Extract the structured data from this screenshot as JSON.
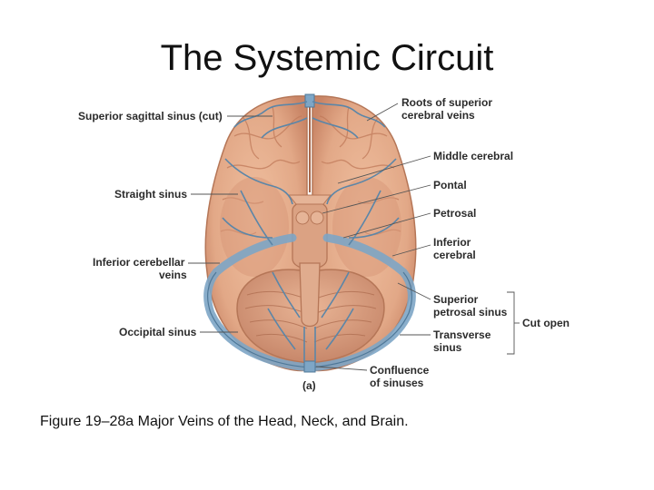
{
  "title": "The Systemic Circuit",
  "caption": "Figure 19–28a Major Veins of the Head, Neck, and Brain.",
  "figure": {
    "panel_letter": "(a)",
    "labels": {
      "superior_sagittal": "Superior sagittal sinus (cut)",
      "straight_sinus": "Straight sinus",
      "inferior_cerebellar_1": "Inferior cerebellar",
      "inferior_cerebellar_2": "veins",
      "occipital_sinus": "Occipital sinus",
      "roots_1": "Roots of superior",
      "roots_2": "cerebral veins",
      "middle_cerebral": "Middle cerebral",
      "pontal": "Pontal",
      "petrosal": "Petrosal",
      "inferior_cerebral_1": "Inferior",
      "inferior_cerebral_2": "cerebral",
      "superior_petrosal_1": "Superior",
      "superior_petrosal_2": "petrosal sinus",
      "transverse_1": "Transverse",
      "transverse_2": "sinus",
      "confluence_1": "Confluence",
      "confluence_2": "of sinuses",
      "cut_open": "Cut open"
    },
    "colors": {
      "brain": "#e2a887",
      "brain_dark": "#c98566",
      "vein": "#5b86a8",
      "sinus": "#7ea6c6",
      "leader": "#555555"
    }
  }
}
